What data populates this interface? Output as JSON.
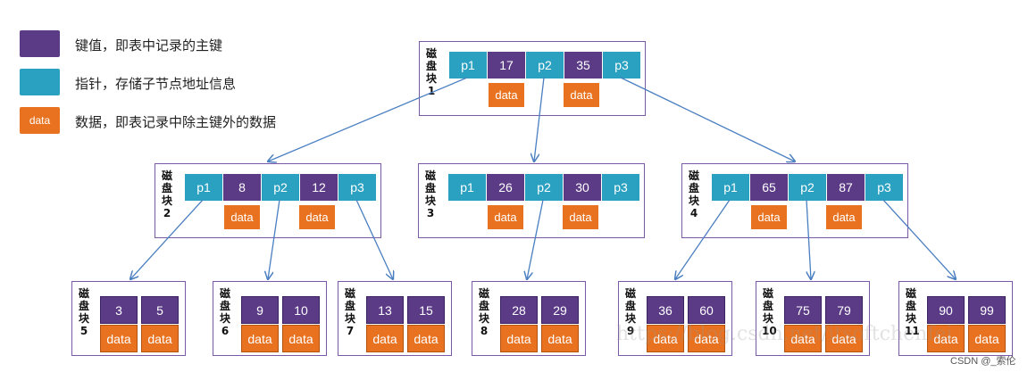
{
  "legend": [
    {
      "swatch_text": "",
      "color": "#5b3b86",
      "text": "键值，即表中记录的主键"
    },
    {
      "swatch_text": "",
      "color": "#2aa1c0",
      "text": "指针，存储子节点地址信息"
    },
    {
      "swatch_text": "data",
      "color": "#e8721f",
      "text": "数据，即表记录中除主键外的数据"
    }
  ],
  "block_label": [
    "磁",
    "盘",
    "块"
  ],
  "internal_nodes": [
    {
      "id": "1",
      "cells": [
        "p1",
        "17",
        "p2",
        "35",
        "p3"
      ],
      "data": [
        "data",
        "data"
      ]
    },
    {
      "id": "2",
      "cells": [
        "p1",
        "8",
        "p2",
        "12",
        "p3"
      ],
      "data": [
        "data",
        "data"
      ]
    },
    {
      "id": "3",
      "cells": [
        "p1",
        "26",
        "p2",
        "30",
        "p3"
      ],
      "data": [
        "data",
        "data"
      ]
    },
    {
      "id": "4",
      "cells": [
        "p1",
        "65",
        "p2",
        "87",
        "p3"
      ],
      "data": [
        "data",
        "data"
      ]
    }
  ],
  "leaf_nodes": [
    {
      "id": "5",
      "keys": [
        "3",
        "5"
      ],
      "data": [
        "data",
        "data"
      ]
    },
    {
      "id": "6",
      "keys": [
        "9",
        "10"
      ],
      "data": [
        "data",
        "data"
      ]
    },
    {
      "id": "7",
      "keys": [
        "13",
        "15"
      ],
      "data": [
        "data",
        "data"
      ]
    },
    {
      "id": "8",
      "keys": [
        "28",
        "29"
      ],
      "data": [
        "data",
        "data"
      ]
    },
    {
      "id": "9",
      "keys": [
        "36",
        "60"
      ],
      "data": [
        "data",
        "data"
      ]
    },
    {
      "id": "10",
      "keys": [
        "75",
        "79"
      ],
      "data": [
        "data",
        "data"
      ]
    },
    {
      "id": "11",
      "keys": [
        "90",
        "99"
      ],
      "data": [
        "data",
        "data"
      ]
    }
  ],
  "edges": [
    [
      "1",
      "p1",
      "2"
    ],
    [
      "1",
      "p2",
      "3"
    ],
    [
      "1",
      "p3",
      "4"
    ],
    [
      "2",
      "p1",
      "5"
    ],
    [
      "2",
      "p2",
      "6"
    ],
    [
      "2",
      "p3",
      "7"
    ],
    [
      "3",
      "p2",
      "8"
    ],
    [
      "4",
      "p1",
      "9"
    ],
    [
      "4",
      "p2",
      "10"
    ],
    [
      "4",
      "p3",
      "11"
    ]
  ],
  "colors": {
    "key": "#5b3b86",
    "pointer": "#2aa1c0",
    "data": "#e8721f",
    "arrow": "#4a7fc1",
    "border": "#7a5aa6"
  },
  "watermark": "https://blog.csdn.net/itsoftchenfei",
  "credit": "CSDN @_索伦"
}
